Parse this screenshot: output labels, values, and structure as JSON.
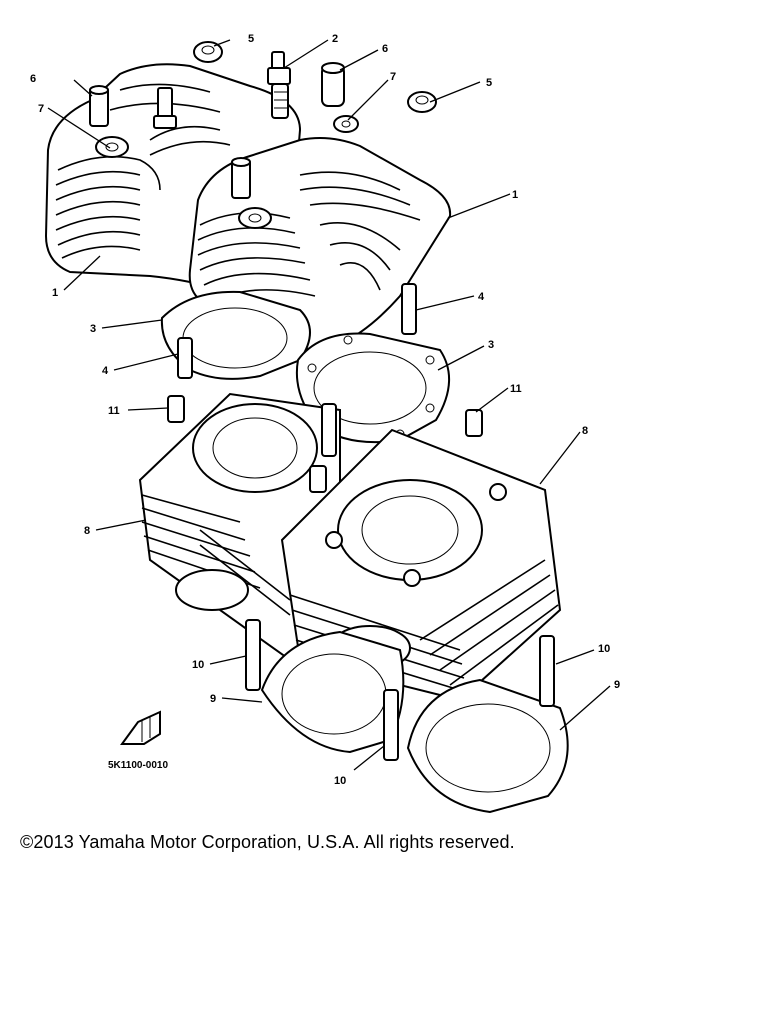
{
  "diagram": {
    "callouts": [
      {
        "id": "c1a",
        "text": "1"
      },
      {
        "id": "c1b",
        "text": "1"
      },
      {
        "id": "c2",
        "text": "2"
      },
      {
        "id": "c3a",
        "text": "3"
      },
      {
        "id": "c3b",
        "text": "3"
      },
      {
        "id": "c4a",
        "text": "4"
      },
      {
        "id": "c4b",
        "text": "4"
      },
      {
        "id": "c5a",
        "text": "5"
      },
      {
        "id": "c5b",
        "text": "5"
      },
      {
        "id": "c6",
        "text": "6"
      },
      {
        "id": "c7a",
        "text": "7"
      },
      {
        "id": "c7b",
        "text": "7"
      },
      {
        "id": "c8a",
        "text": "8"
      },
      {
        "id": "c8b",
        "text": "8"
      },
      {
        "id": "c9a",
        "text": "9"
      },
      {
        "id": "c9b",
        "text": "9"
      },
      {
        "id": "c10a",
        "text": "10"
      },
      {
        "id": "c10b",
        "text": "10"
      },
      {
        "id": "c10c",
        "text": "10"
      },
      {
        "id": "c11a",
        "text": "11"
      },
      {
        "id": "c11b",
        "text": "11"
      }
    ],
    "figure_code": "5K1100-0010"
  },
  "footer": {
    "copyright": "©2013 Yamaha Motor Corporation, U.S.A. All rights reserved."
  }
}
